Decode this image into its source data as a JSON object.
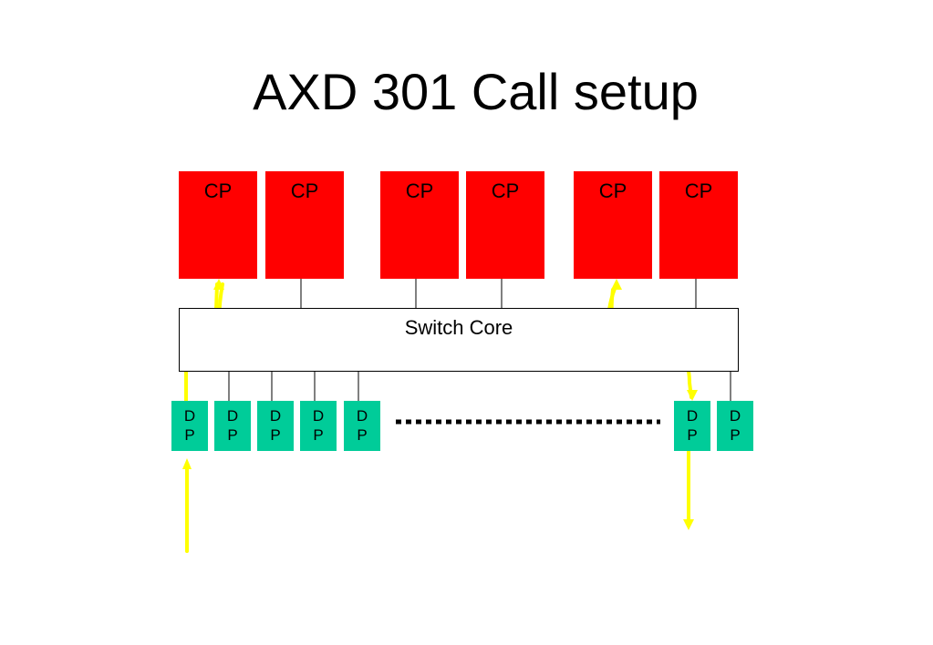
{
  "title": "AXD 301 Call setup",
  "colors": {
    "cp": "#ff0000",
    "dp": "#00cc99",
    "path": "#ffff00",
    "line": "#000000"
  },
  "control_processors": [
    {
      "label": "CP"
    },
    {
      "label": "CP"
    },
    {
      "label": "CP"
    },
    {
      "label": "CP"
    },
    {
      "label": "CP"
    },
    {
      "label": "CP"
    }
  ],
  "switch_core": {
    "label": "Switch Core"
  },
  "device_processors": [
    {
      "line1": "D",
      "line2": "P"
    },
    {
      "line1": "D",
      "line2": "P"
    },
    {
      "line1": "D",
      "line2": "P"
    },
    {
      "line1": "D",
      "line2": "P"
    },
    {
      "line1": "D",
      "line2": "P"
    },
    {
      "line1": "D",
      "line2": "P"
    },
    {
      "line1": "D",
      "line2": "P"
    }
  ]
}
